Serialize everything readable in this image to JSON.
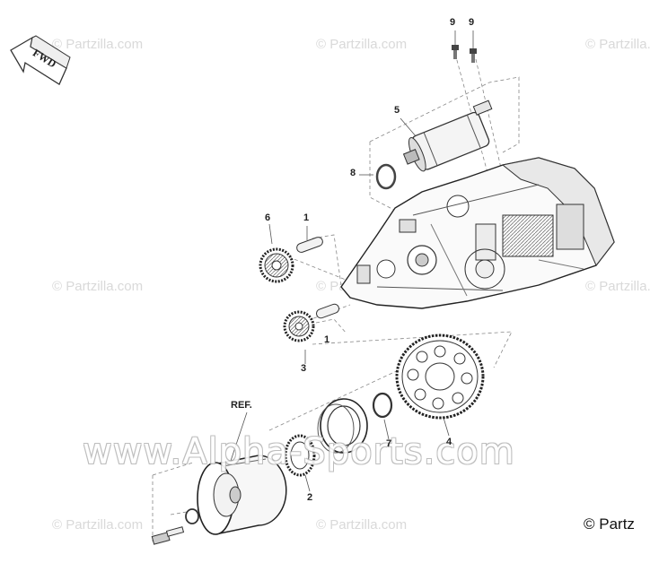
{
  "diagram": {
    "watermark_text": "© Partzilla.com",
    "site_watermark": "www.Alpha-Sports.com",
    "copyright_corner": "© Partz",
    "fwd_label": "FWD",
    "ref_label": "REF.",
    "callouts": {
      "c9a": "9",
      "c9b": "9",
      "c5": "5",
      "c8": "8",
      "c6": "6",
      "c1a": "1",
      "c1b": "1",
      "c3": "3",
      "c7": "7",
      "c4": "4",
      "c2": "2"
    }
  }
}
